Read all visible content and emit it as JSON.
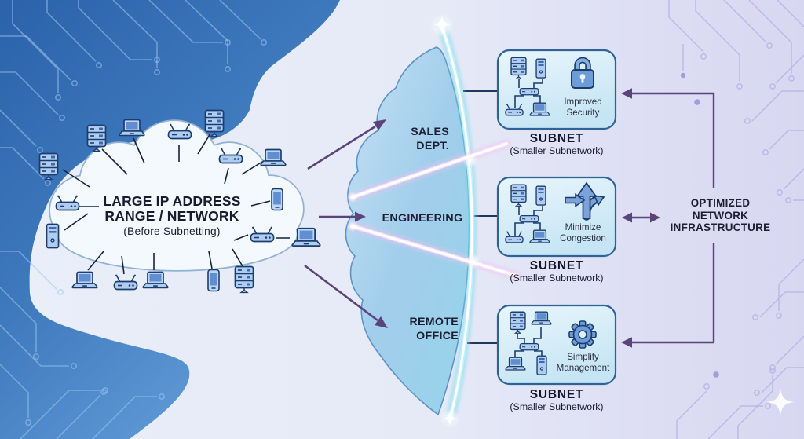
{
  "diagram": {
    "left_cloud": {
      "title_line1": "LARGE IP ADDRESS",
      "title_line2": "RANGE / NETWORK",
      "subtitle": "(Before Subnetting)"
    },
    "departments": [
      {
        "label": "SALES\nDEPT."
      },
      {
        "label": "ENGINEERING"
      },
      {
        "label": "REMOTE\nOFFICE"
      }
    ],
    "subnets": [
      {
        "label": "SUBNET",
        "sublabel": "(Smaller Subnetwork)",
        "benefit": "Improved\nSecurity",
        "icon": "lock-icon"
      },
      {
        "label": "SUBNET",
        "sublabel": "(Smaller Subnetwork)",
        "benefit": "Minimize\nCongestion",
        "icon": "branching-arrows-icon"
      },
      {
        "label": "SUBNET",
        "sublabel": "(Smaller Subnetwork)",
        "benefit": "Simplify\nManagement",
        "icon": "gear-icon"
      }
    ],
    "right_label": "OPTIMIZED\nNETWORK\nINFRASTRUCTURE",
    "device_icons": [
      "server-icon",
      "laptop-icon",
      "router-icon",
      "phone-icon",
      "tower-pc-icon",
      "switch-icon"
    ],
    "colors": {
      "left_bg_blue": "#2f68b0",
      "bg_light": "#e9eefa",
      "bg_lavender": "#d9daf3",
      "cloud_fill": "#f4f9fd",
      "mid_cloud_fill": "#9fcdec",
      "arrow_purple": "#5b4479",
      "subnet_box_fill": "#d9edf8",
      "subnet_box_border": "#2f6398",
      "device_fill": "#aecdf0",
      "device_stroke": "#1d3c6e",
      "beam_cyan": "#8de6f2",
      "beam_pink": "#f2c7ef",
      "text_dark": "#1b1b30"
    }
  }
}
